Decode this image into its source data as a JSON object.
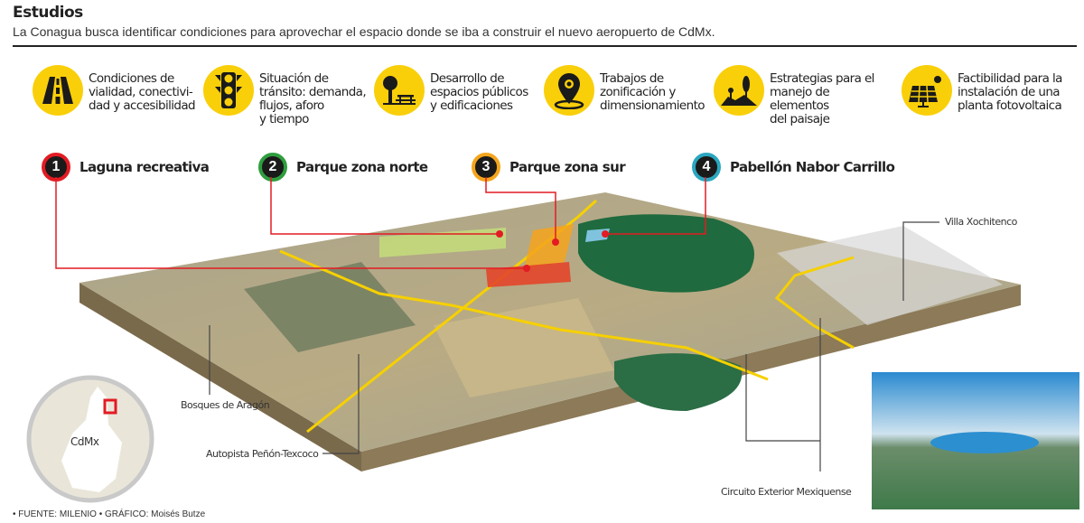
{
  "header": {
    "title": "Estudios",
    "subtitle": "La Conagua busca identificar condiciones para aprovechar el espacio donde se iba a construir el nuevo aeropuerto de CdMx."
  },
  "features": [
    {
      "icon": "road-icon",
      "text": "Condiciones de\nvialidad, conectivi-\ndad y accesibilidad"
    },
    {
      "icon": "traffic-light-icon",
      "text": "Situación de\ntránsito: demanda,\nflujos, aforo\ny tiempo"
    },
    {
      "icon": "park-bench-tree-icon",
      "text": "Desarrollo de\nespacios públicos\ny edificaciones"
    },
    {
      "icon": "location-pin-icon",
      "text": "Trabajos de\nzonificación y\ndimensionamiento"
    },
    {
      "icon": "landscape-icon",
      "text": "Estrategias para el\nmanejo de elementos\ndel paisaje"
    },
    {
      "icon": "solar-panel-icon",
      "text": "Factibilidad para la\ninstalación de una\nplanta fotovoltaica"
    }
  ],
  "zones": [
    {
      "num": "1",
      "label": "Laguna recreativa",
      "color": "#e31b23"
    },
    {
      "num": "2",
      "label": "Parque zona norte",
      "color": "#2e9e3e"
    },
    {
      "num": "3",
      "label": "Parque zona sur",
      "color": "#f4a51c"
    },
    {
      "num": "4",
      "label": "Pabellón Nabor Carrillo",
      "color": "#2aa7c0"
    }
  ],
  "map_labels": {
    "villa": "Villa Xochitenco",
    "bosques": "Bosques de Aragón",
    "autopista": "Autopista Peñón-Texcoco",
    "circuito": "Circuito Exterior Mexiquense",
    "inset": "CdMx"
  },
  "footer": "• FUENTE: MILENIO • GRÁFICO: Moisés Butze"
}
